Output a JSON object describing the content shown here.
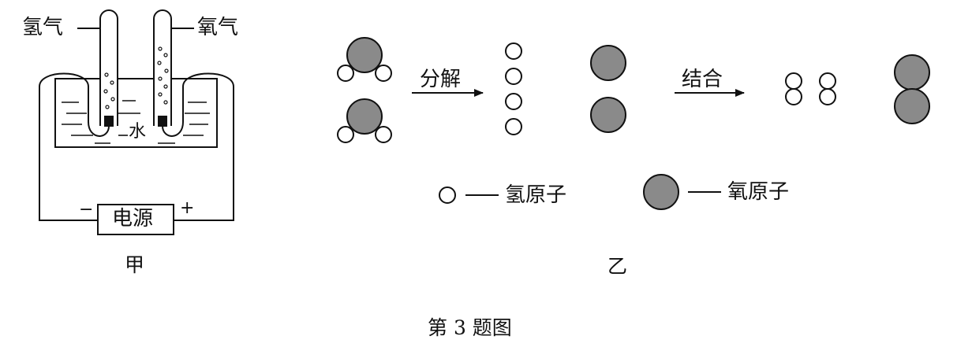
{
  "panel_jia": {
    "hydrogen_label": "氢气",
    "oxygen_label": "氧气",
    "water_label": "水",
    "power_label": "电源",
    "minus_sign": "−",
    "plus_sign": "+",
    "caption": "甲"
  },
  "panel_yi": {
    "decompose_label": "分解",
    "combine_label": "结合",
    "legend": {
      "hydrogen_atom": "氢原子",
      "oxygen_atom": "氧原子"
    },
    "caption": "乙"
  },
  "figure_caption": "第 3 题图",
  "colors": {
    "oxygen_atom_fill": "#8a8a8a",
    "line": "#111111"
  }
}
